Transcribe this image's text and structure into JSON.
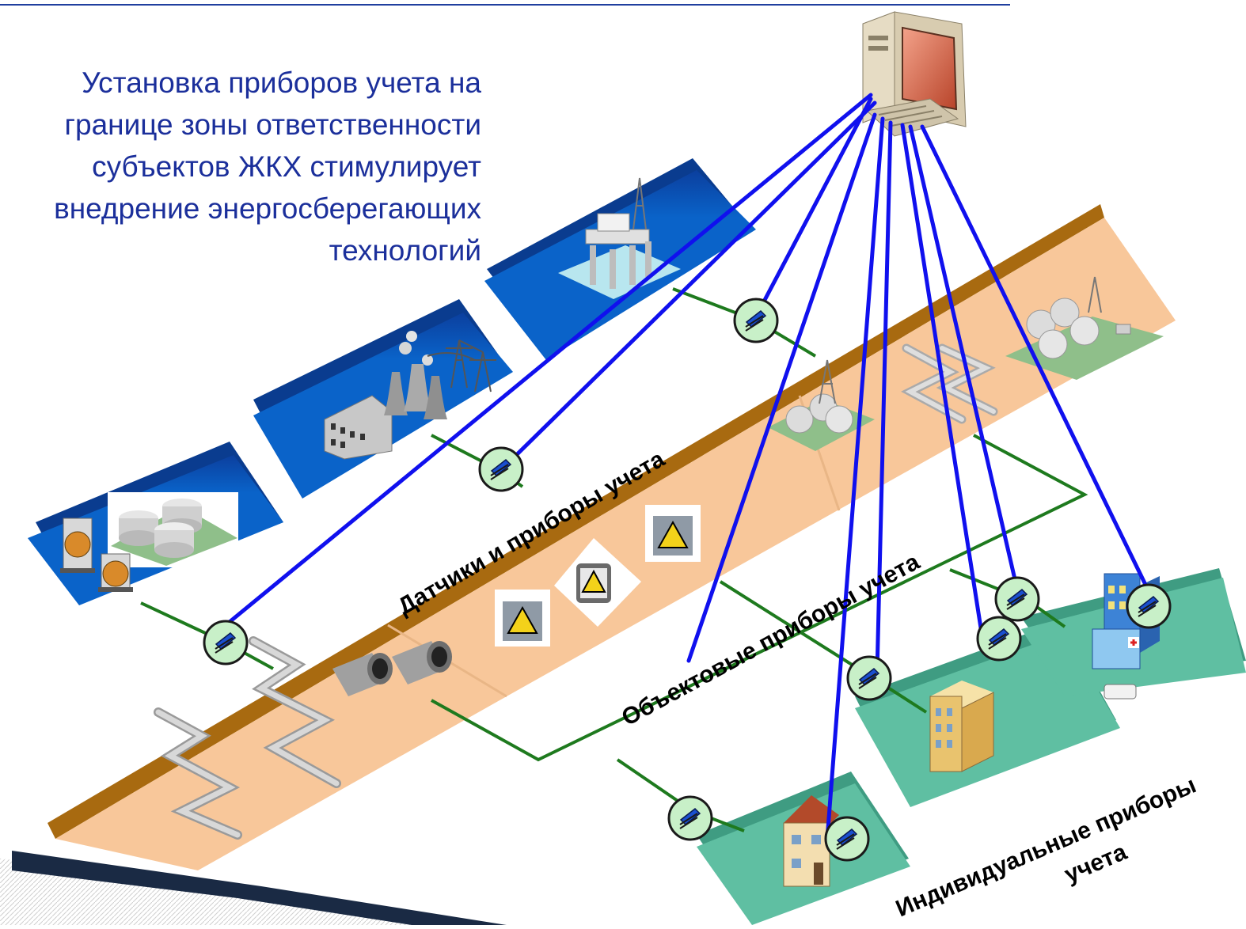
{
  "caption": {
    "lines": [
      "Установка приборов учета на",
      "границе зоны ответственности",
      "субъектов ЖКХ стимулирует",
      "внедрение энергосберегающих",
      "технологий"
    ]
  },
  "tiers": {
    "sensors_label": "Датчики и приборы учета",
    "object_label": "Объектовые приборы учета",
    "individual_label_line1": "Индивидуальные приборы",
    "individual_label_line2": "учета"
  },
  "colors": {
    "caption_text": "#1b2f9b",
    "top_rule": "#1f3f9f",
    "production_band": "#0a5fc4",
    "transport_band": "#f8c79a",
    "transport_edge": "#a86a10",
    "consumer_band": "#5fbfa2",
    "network_line": "#1e7a1e",
    "data_line": "#1010ee",
    "meter_fill": "#c8f0c8"
  },
  "icons": [
    "computer-server-icon",
    "offshore-platform-icon",
    "power-plant-icon",
    "power-pylon-icon",
    "storage-tanks-icon",
    "gas-valve-icon",
    "pipeline-icon",
    "pipe-segment-icon",
    "transformer-icon",
    "electric-meter-icon",
    "gas-spheres-icon",
    "oil-rig-icon",
    "house-icon",
    "apartment-building-icon",
    "hospital-icon",
    "meter-node-icon"
  ]
}
